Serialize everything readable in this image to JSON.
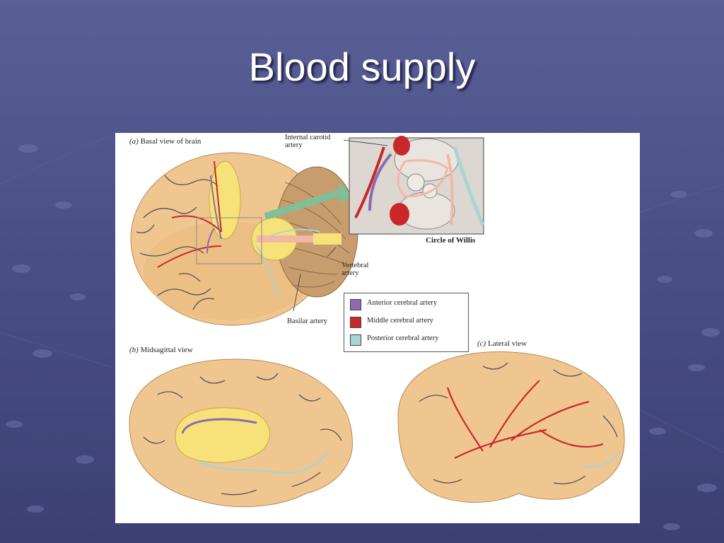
{
  "slide": {
    "title": "Blood supply"
  },
  "figure": {
    "panel_a": {
      "letter": "(a)",
      "text": "Basal view of brain"
    },
    "panel_b": {
      "letter": "(b)",
      "text": "Midsagittal view"
    },
    "panel_c": {
      "letter": "(c)",
      "text": "Lateral view"
    },
    "callouts": {
      "internal_carotid_1": "Internal carotid",
      "internal_carotid_2": "artery",
      "vertebral_1": "Vertebral",
      "vertebral_2": "artery",
      "basilar": "Basilar artery"
    },
    "circle_of_willis": "Circle of Willis",
    "legend": [
      {
        "label": "Anterior cerebral artery",
        "color": "#8a6bb0"
      },
      {
        "label": "Middle cerebral artery",
        "color": "#c8282a"
      },
      {
        "label": "Posterior cerebral artery",
        "color": "#a9d4d6"
      }
    ]
  },
  "colors": {
    "background": "#4a4f86",
    "brain": "#f0c690",
    "brain_shadow": "#d9a56a",
    "yellow_structure": "#f7e27a",
    "anterior": "#8a6bb0",
    "middle": "#c8282a",
    "posterior": "#a9d4d6",
    "vein": "#3a3a55"
  }
}
